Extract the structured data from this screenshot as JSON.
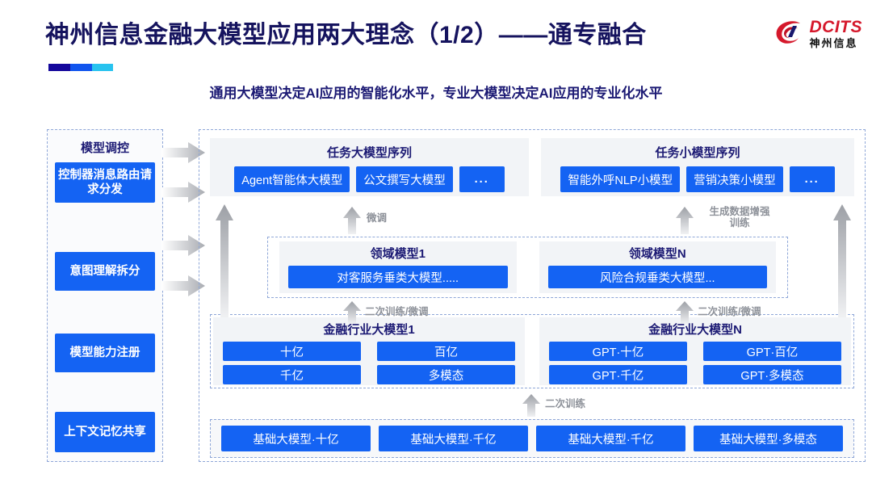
{
  "header": {
    "title": "神州信息金融大模型应用两大理念（1/2）——通专融合",
    "subtitle": "通用大模型决定AI应用的智能化水平，专业大模型决定AI应用的专业化水平",
    "logo_en": "DCITS",
    "logo_cn": "神州信息",
    "accent_colors": [
      "#14089c",
      "#1155ee",
      "#28c3ef"
    ],
    "title_color": "#15135e",
    "subtitle_color": "#1c1a74",
    "logo_color": "#d5182b"
  },
  "sidebar": {
    "title": "模型调控",
    "items": [
      {
        "label": "控制器消息路由请求分发"
      },
      {
        "label": "意图理解拆分"
      },
      {
        "label": "模型能力注册"
      },
      {
        "label": "上下文记忆共享"
      }
    ]
  },
  "task_sequences": [
    {
      "title": "任务大模型序列",
      "chips": [
        "Agent智能体大模型",
        "公文撰写大模型",
        "..."
      ]
    },
    {
      "title": "任务小模型序列",
      "chips": [
        "智能外呼NLP小模型",
        "营销决策小模型",
        "..."
      ]
    }
  ],
  "domain_models": [
    {
      "title": "领域模型1",
      "bar": "对客服务垂类大模型....."
    },
    {
      "title": "领域模型N",
      "bar": "风险合规垂类大模型..."
    }
  ],
  "industry_models": [
    {
      "title": "金融行业大模型1",
      "chips": [
        "十亿",
        "百亿",
        "千亿",
        "多模态"
      ]
    },
    {
      "title": "金融行业大模型N",
      "chips": [
        "GPT·十亿",
        "GPT·百亿",
        "GPT·千亿",
        "GPT·多模态"
      ]
    }
  ],
  "base_models": [
    "基础大模型·十亿",
    "基础大模型·千亿",
    "基础大模型·千亿",
    "基础大模型·多模态"
  ],
  "arrow_labels": {
    "fine_tune_left": "微调",
    "data_aug_right": "生成数据增强\n训练",
    "retrain_left": "二次训练/微调",
    "retrain_right": "二次训练/微调",
    "retrain_base": "二次训练"
  },
  "colors": {
    "chip_blue": "#1463f3",
    "panel_gray": "#f2f4f7",
    "dashed_border": "#8fa7d8",
    "arrow_gray": "#b9bcc2"
  }
}
